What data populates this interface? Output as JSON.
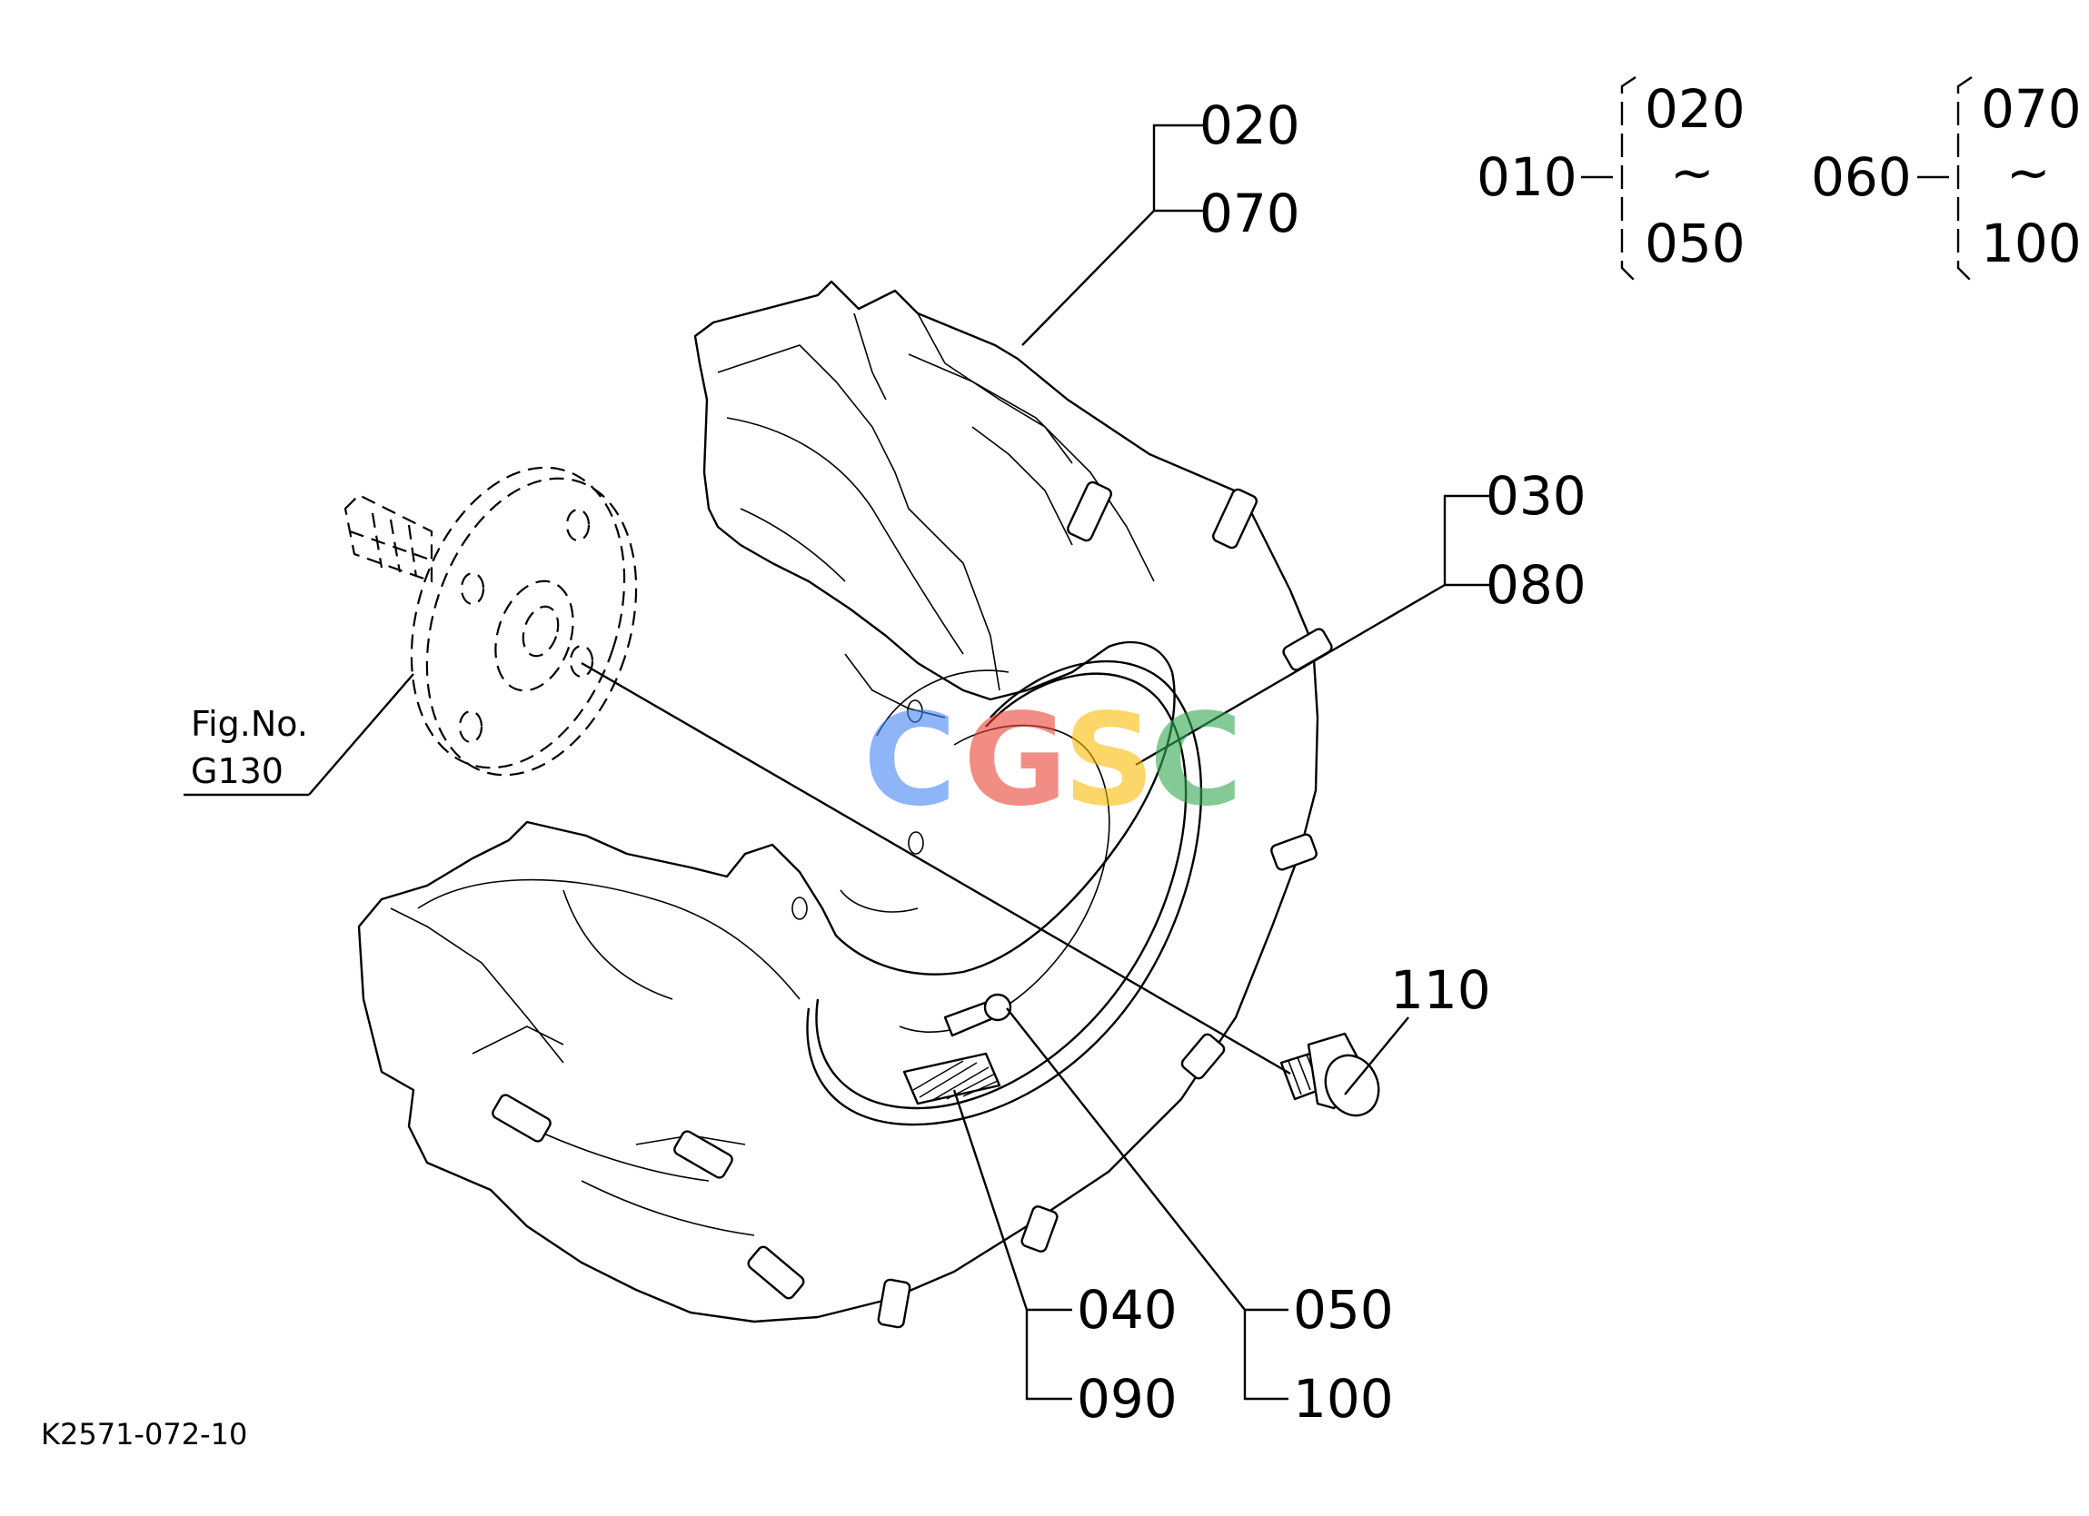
{
  "callouts": {
    "c020": "020",
    "c070": "070",
    "c030": "030",
    "c080": "080",
    "c110": "110",
    "c040": "040",
    "c090": "090",
    "c050": "050",
    "c100": "100"
  },
  "figure_ref": {
    "line1": "Fig.No.",
    "line2": "G130"
  },
  "legend": {
    "group1": {
      "parent": "010",
      "from": "020",
      "tilde": "~",
      "to": "050"
    },
    "group2": {
      "parent": "060",
      "from": "070",
      "tilde": "~",
      "to": "100"
    }
  },
  "watermark": {
    "letters": [
      "C",
      "G",
      "S",
      "C"
    ],
    "colors": [
      "#4285F4",
      "#EA4335",
      "#FBBC05",
      "#34A853"
    ]
  },
  "drawing_number": "K2571-072-10"
}
